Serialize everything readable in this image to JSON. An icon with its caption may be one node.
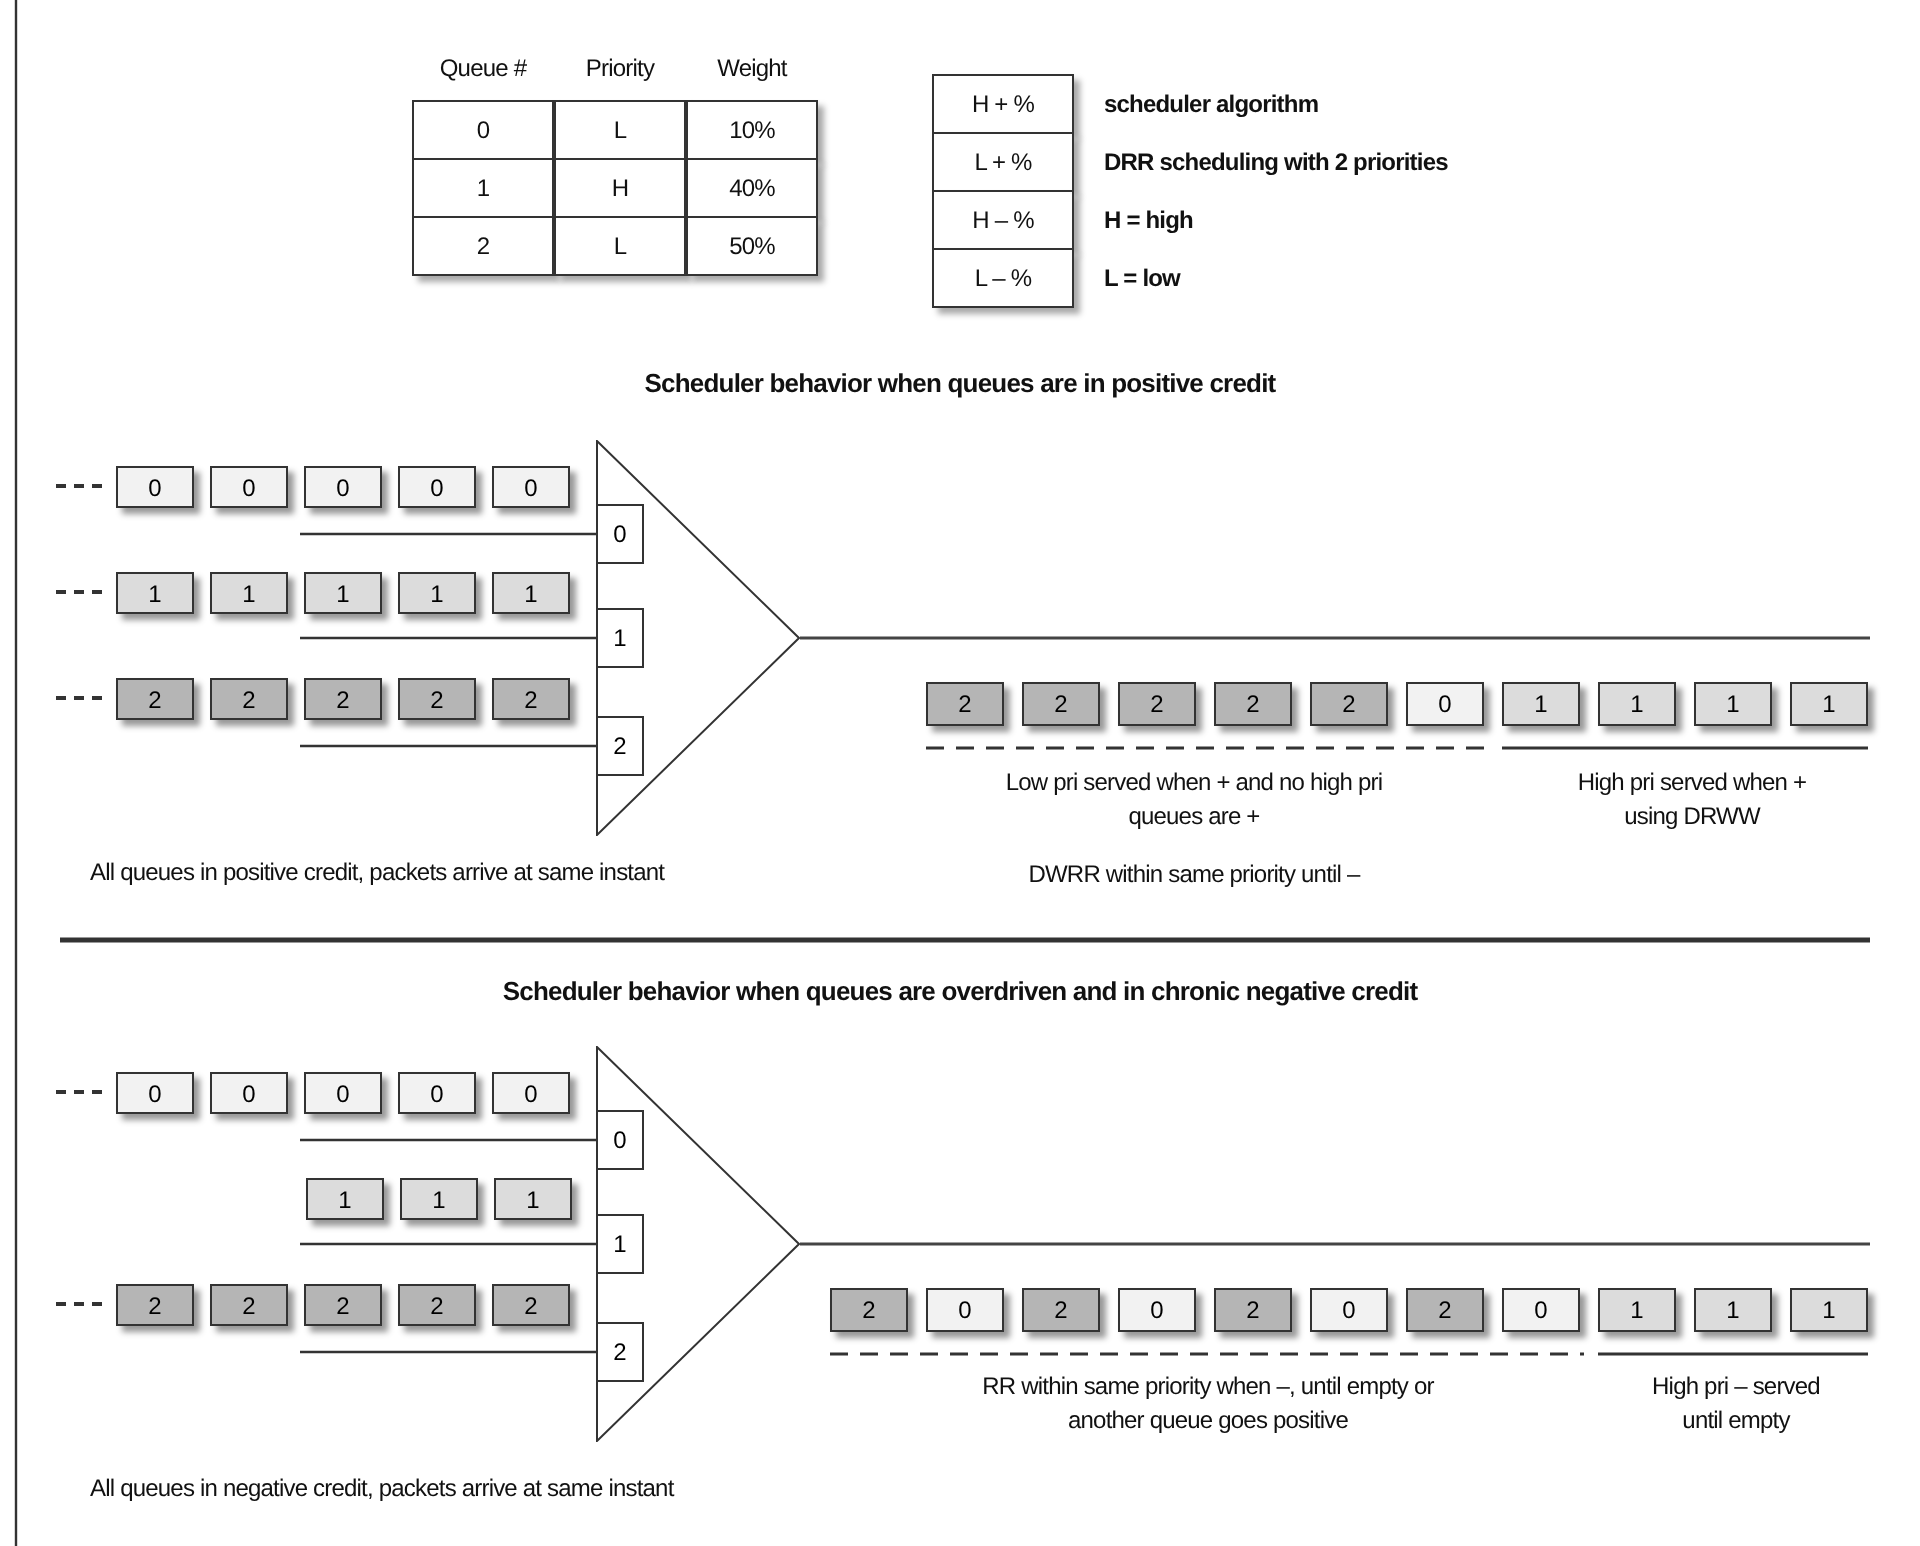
{
  "diagram": {
    "nodes": [
      {
        "text": [],
        "shape": "triangle"
      },
      {
        "text": [
          "0"
        ],
        "in": 0
      },
      {
        "text": [
          "1"
        ],
        "in": 0
      },
      {
        "text": [
          "2"
        ],
        "in": 0
      },
      {
        "text": [
          "0"
        ]
      },
      {
        "text": [
          "0"
        ]
      },
      {
        "text": [
          "0"
        ]
      },
      {
        "text": [
          "0"
        ]
      },
      {
        "text": [
          "0"
        ]
      },
      {
        "text": [
          "1"
        ]
      },
      {
        "text": [
          "1"
        ]
      },
      {
        "text": [
          "1"
        ]
      },
      {
        "text": [
          "1"
        ]
      },
      {
        "text": [
          "1"
        ]
      },
      {
        "text": [
          "2"
        ]
      },
      {
        "text": [
          "2"
        ]
      },
      {
        "text": [
          "2"
        ]
      },
      {
        "text": [
          "2"
        ]
      },
      {
        "text": [
          "2"
        ]
      },
      {
        "text": [
          "2"
        ]
      },
      {
        "text": [
          "2"
        ]
      },
      {
        "text": [
          "2"
        ]
      },
      {
        "text": [
          "2"
        ]
      },
      {
        "text": [
          "2"
        ]
      },
      {
        "text": [
          "0"
        ]
      },
      {
        "text": [
          "1"
        ]
      },
      {
        "text": [
          "1"
        ]
      },
      {
        "text": [
          "1"
        ]
      },
      {
        "text": [
          "1"
        ]
      },
      {
        "text": [],
        "shape": "triangle"
      },
      {
        "text": [
          "0"
        ],
        "in": 29
      },
      {
        "text": [
          "1"
        ],
        "in": 29
      },
      {
        "text": [
          "2"
        ],
        "in": 29
      },
      {
        "text": [
          "0"
        ]
      },
      {
        "text": [
          "0"
        ]
      },
      {
        "text": [
          "0"
        ]
      },
      {
        "text": [
          "0"
        ]
      },
      {
        "text": [
          "0"
        ]
      },
      {
        "text": [
          "1"
        ]
      },
      {
        "text": [
          "1"
        ]
      },
      {
        "text": [
          "1"
        ]
      },
      {
        "text": [
          "2"
        ]
      },
      {
        "text": [
          "2"
        ]
      },
      {
        "text": [
          "2"
        ]
      },
      {
        "text": [
          "2"
        ]
      },
      {
        "text": [
          "2"
        ]
      },
      {
        "text": [
          "2"
        ]
      },
      {
        "text": [
          "0"
        ]
      },
      {
        "text": [
          "2"
        ]
      },
      {
        "text": [
          "0"
        ]
      },
      {
        "text": [
          "2"
        ]
      },
      {
        "text": [
          "0"
        ]
      },
      {
        "text": [
          "2"
        ]
      },
      {
        "text": [
          "0"
        ]
      },
      {
        "text": [
          "1"
        ]
      },
      {
        "text": [
          "1"
        ]
      },
      {
        "text": [
          "1"
        ]
      }
    ],
    "edges": [
      {
        "from": 0,
        "to": null,
        "arrow": "none"
      },
      {
        "from": 29,
        "to": null,
        "arrow": "none"
      }
    ],
    "labels": [
      "Queue #",
      "Priority",
      "Weight",
      "0",
      "L",
      "10%",
      "1",
      "H",
      "40%",
      "2",
      "L",
      "50%",
      "H + %",
      "scheduler algorithm",
      "L + %",
      "DRR scheduling with 2 priorities",
      "H – %",
      "H = high",
      "L – %",
      "L = low",
      "Scheduler behavior when queues are in positive credit",
      "Low pri served when + and no high pri queues are +",
      "High pri served when + using DRWW",
      "All queues in positive credit, packets arrive at same instant",
      "DWRR within same priority until –",
      "Scheduler behavior when queues are overdriven and in chronic negative credit",
      "RR within same priority when –, until empty or another queue goes positive",
      "High pri – served until empty",
      "All queues in negative credit, packets arrive at same instant"
    ]
  }
}
